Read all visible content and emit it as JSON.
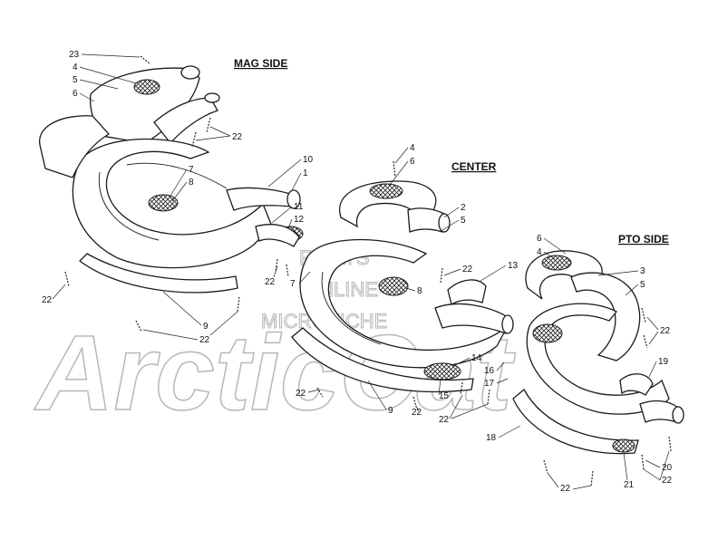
{
  "sections": {
    "mag": "MAG SIDE",
    "center": "CENTER",
    "pto": "PTO SIDE"
  },
  "watermark": {
    "brand": "ArcticCat",
    "line1": "FLSM'S",
    "line2": "ONLINE",
    "line3": "MICROFICHE"
  },
  "callouts": {
    "mag": [
      "23",
      "4",
      "5",
      "6",
      "22",
      "10",
      "1",
      "7",
      "8",
      "11",
      "12",
      "22",
      "22",
      "9",
      "22"
    ],
    "center": [
      "4",
      "6",
      "2",
      "5",
      "22",
      "13",
      "7",
      "8",
      "22",
      "14",
      "16",
      "17",
      "15",
      "22",
      "22",
      "9"
    ],
    "pto": [
      "6",
      "4",
      "3",
      "5",
      "22",
      "19",
      "20",
      "22",
      "18",
      "21",
      "22"
    ]
  }
}
